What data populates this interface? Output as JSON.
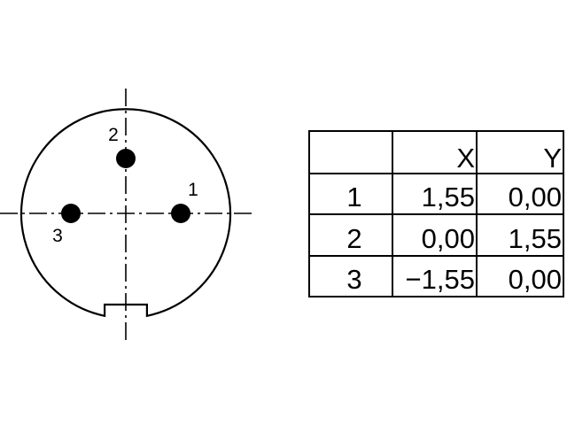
{
  "diagram": {
    "pins": [
      {
        "label": "1",
        "x": 1.55,
        "y": 0.0
      },
      {
        "label": "2",
        "x": 0.0,
        "y": 1.55
      },
      {
        "label": "3",
        "x": -1.55,
        "y": 0.0
      }
    ]
  },
  "table": {
    "headers": [
      "",
      "X",
      "Y"
    ],
    "rows": [
      [
        "1",
        "1,55",
        "0,00"
      ],
      [
        "2",
        "0,00",
        "1,55"
      ],
      [
        "3",
        "−1,55",
        "0,00"
      ]
    ]
  }
}
